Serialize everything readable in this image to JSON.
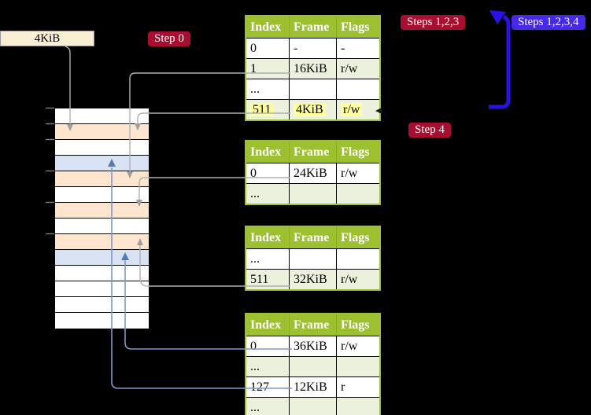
{
  "colors": {
    "background": "#000000",
    "badge_crimson": "#A90E31",
    "badge_blue": "#4629E9",
    "arrow_blue": "#2A12E4",
    "table_header_green": "#9CC02F",
    "table_row_tint_green": "#EBF1DC",
    "highlight_yellow": "#FFFF9C",
    "memory_pagetable_peach": "#FDE5CF",
    "memory_datapage_blue": "#D9E2F3",
    "frame_label_cream": "#FAEFD4",
    "connector_gray": "#B0B0B0",
    "connector_blue": "#7C99CE"
  },
  "frame_size_label": "4KiB",
  "badges": {
    "step0": "Step 0",
    "steps123": "Steps 1,2,3",
    "steps1234": "Steps 1,2,3,4",
    "step4": "Step 4"
  },
  "page_tables": [
    {
      "level": 1,
      "headers": [
        "Index",
        "Frame",
        "Flags"
      ],
      "rows": [
        [
          "0",
          "-",
          "-"
        ],
        [
          "1",
          "16KiB",
          "r/w"
        ],
        [
          "...",
          "",
          ""
        ],
        [
          "511",
          "4KiB",
          "r/w"
        ]
      ],
      "highlight_row": 3
    },
    {
      "level": 2,
      "headers": [
        "Index",
        "Frame",
        "Flags"
      ],
      "rows": [
        [
          "0",
          "24KiB",
          "r/w"
        ],
        [
          "...",
          "",
          ""
        ]
      ]
    },
    {
      "level": 3,
      "headers": [
        "Index",
        "Frame",
        "Flags"
      ],
      "rows": [
        [
          "...",
          "",
          ""
        ],
        [
          "511",
          "32KiB",
          "r/w"
        ]
      ]
    },
    {
      "level": 4,
      "headers": [
        "Index",
        "Frame",
        "Flags"
      ],
      "rows": [
        [
          "0",
          "36KiB",
          "r/w"
        ],
        [
          "...",
          "",
          ""
        ],
        [
          "127",
          "12KiB",
          "r"
        ],
        [
          "...",
          "",
          ""
        ]
      ]
    }
  ],
  "memory_stack": {
    "rows": [
      "plain",
      "pagetable",
      "plain",
      "datapage",
      "pagetable",
      "plain",
      "pagetable",
      "plain",
      "pagetable",
      "datapage",
      "plain",
      "plain",
      "plain",
      "plain"
    ]
  }
}
